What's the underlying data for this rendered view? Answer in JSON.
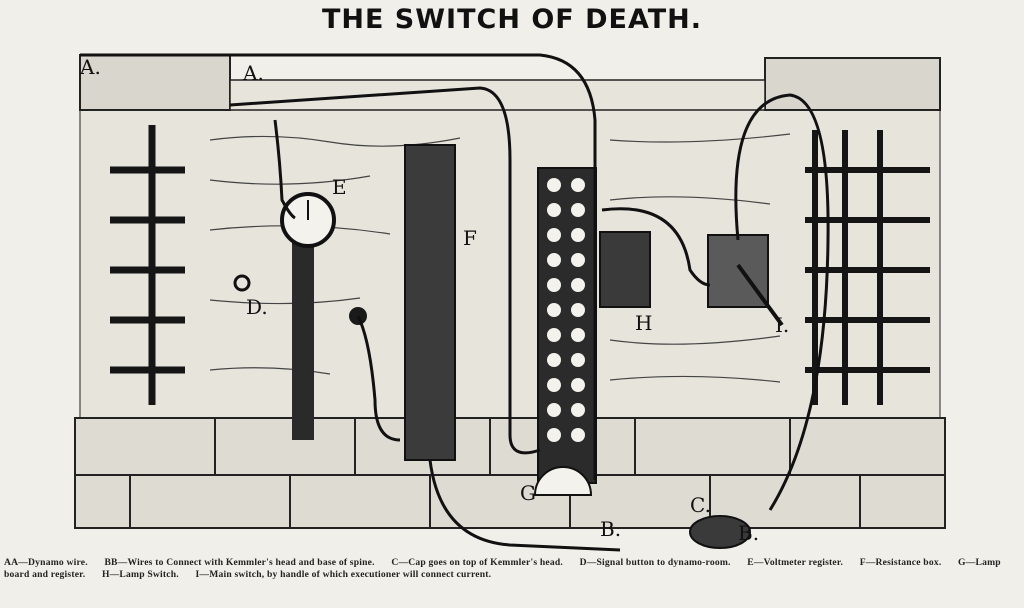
{
  "title": "THE SWITCH OF DEATH.",
  "labels": {
    "a_left": "A.",
    "a_right": "A.",
    "b_left": "B.",
    "b_right": "B.",
    "c": "C.",
    "d": "D.",
    "e": "E",
    "f": "F",
    "g": "G",
    "h": "H",
    "i": "I."
  },
  "caption": {
    "aa": "AA—Dynamo wire.",
    "bb": "BB—Wires to Connect with Kemmler's head and base of spine.",
    "c": "C—Cap goes on top of Kemmler's head.",
    "d": "D—Signal button to dynamo-room.",
    "e": "E—Voltmeter register.",
    "f": "F—Resistance box.",
    "g": "G—Lamp board and register.",
    "h": "H—Lamp Switch.",
    "i": "I—Main switch, by handle of which executioner will connect current."
  }
}
